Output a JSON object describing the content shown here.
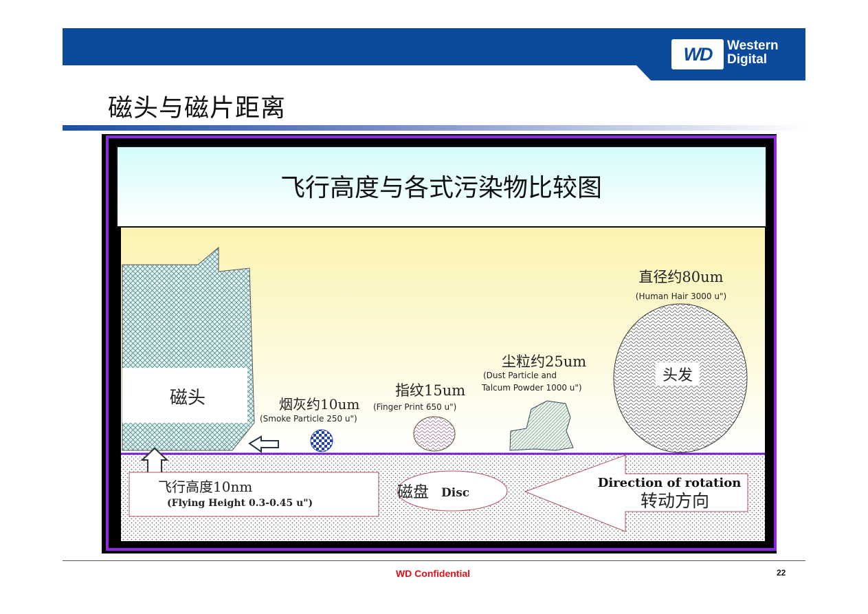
{
  "header": {
    "logo_mark": "WD",
    "logo_line1": "Western",
    "logo_line2": "Digital",
    "brand_color": "#0c4a9c"
  },
  "slide": {
    "title": "磁头与磁片距离",
    "page_number": "22",
    "footer_label": "WD Confidential"
  },
  "diagram": {
    "heading": "飞行高度与各式污染物比较图",
    "head_label": "磁头",
    "flying_height_cn": "飞行高度10nm",
    "flying_height_en": "(Flying Height 0.3-0.45 u\")",
    "disc_label_cn": "磁盘",
    "disc_label_en": "Disc",
    "rotation_en": "Direction of rotation",
    "rotation_cn": "转动方向",
    "smoke_cn": "烟灰约10um",
    "smoke_en": "(Smoke Particle 250 u\")",
    "finger_cn": "指纹15um",
    "finger_en": "(Finger Print 650 u\")",
    "dust_cn": "尘粒约25um",
    "dust_en_1": "(Dust Particle and",
    "dust_en_2": "Talcum Powder 1000 u\")",
    "hair_cn": "直径约80um",
    "hair_en": "(Human Hair 3000 u\")",
    "hair_label": "头发"
  }
}
